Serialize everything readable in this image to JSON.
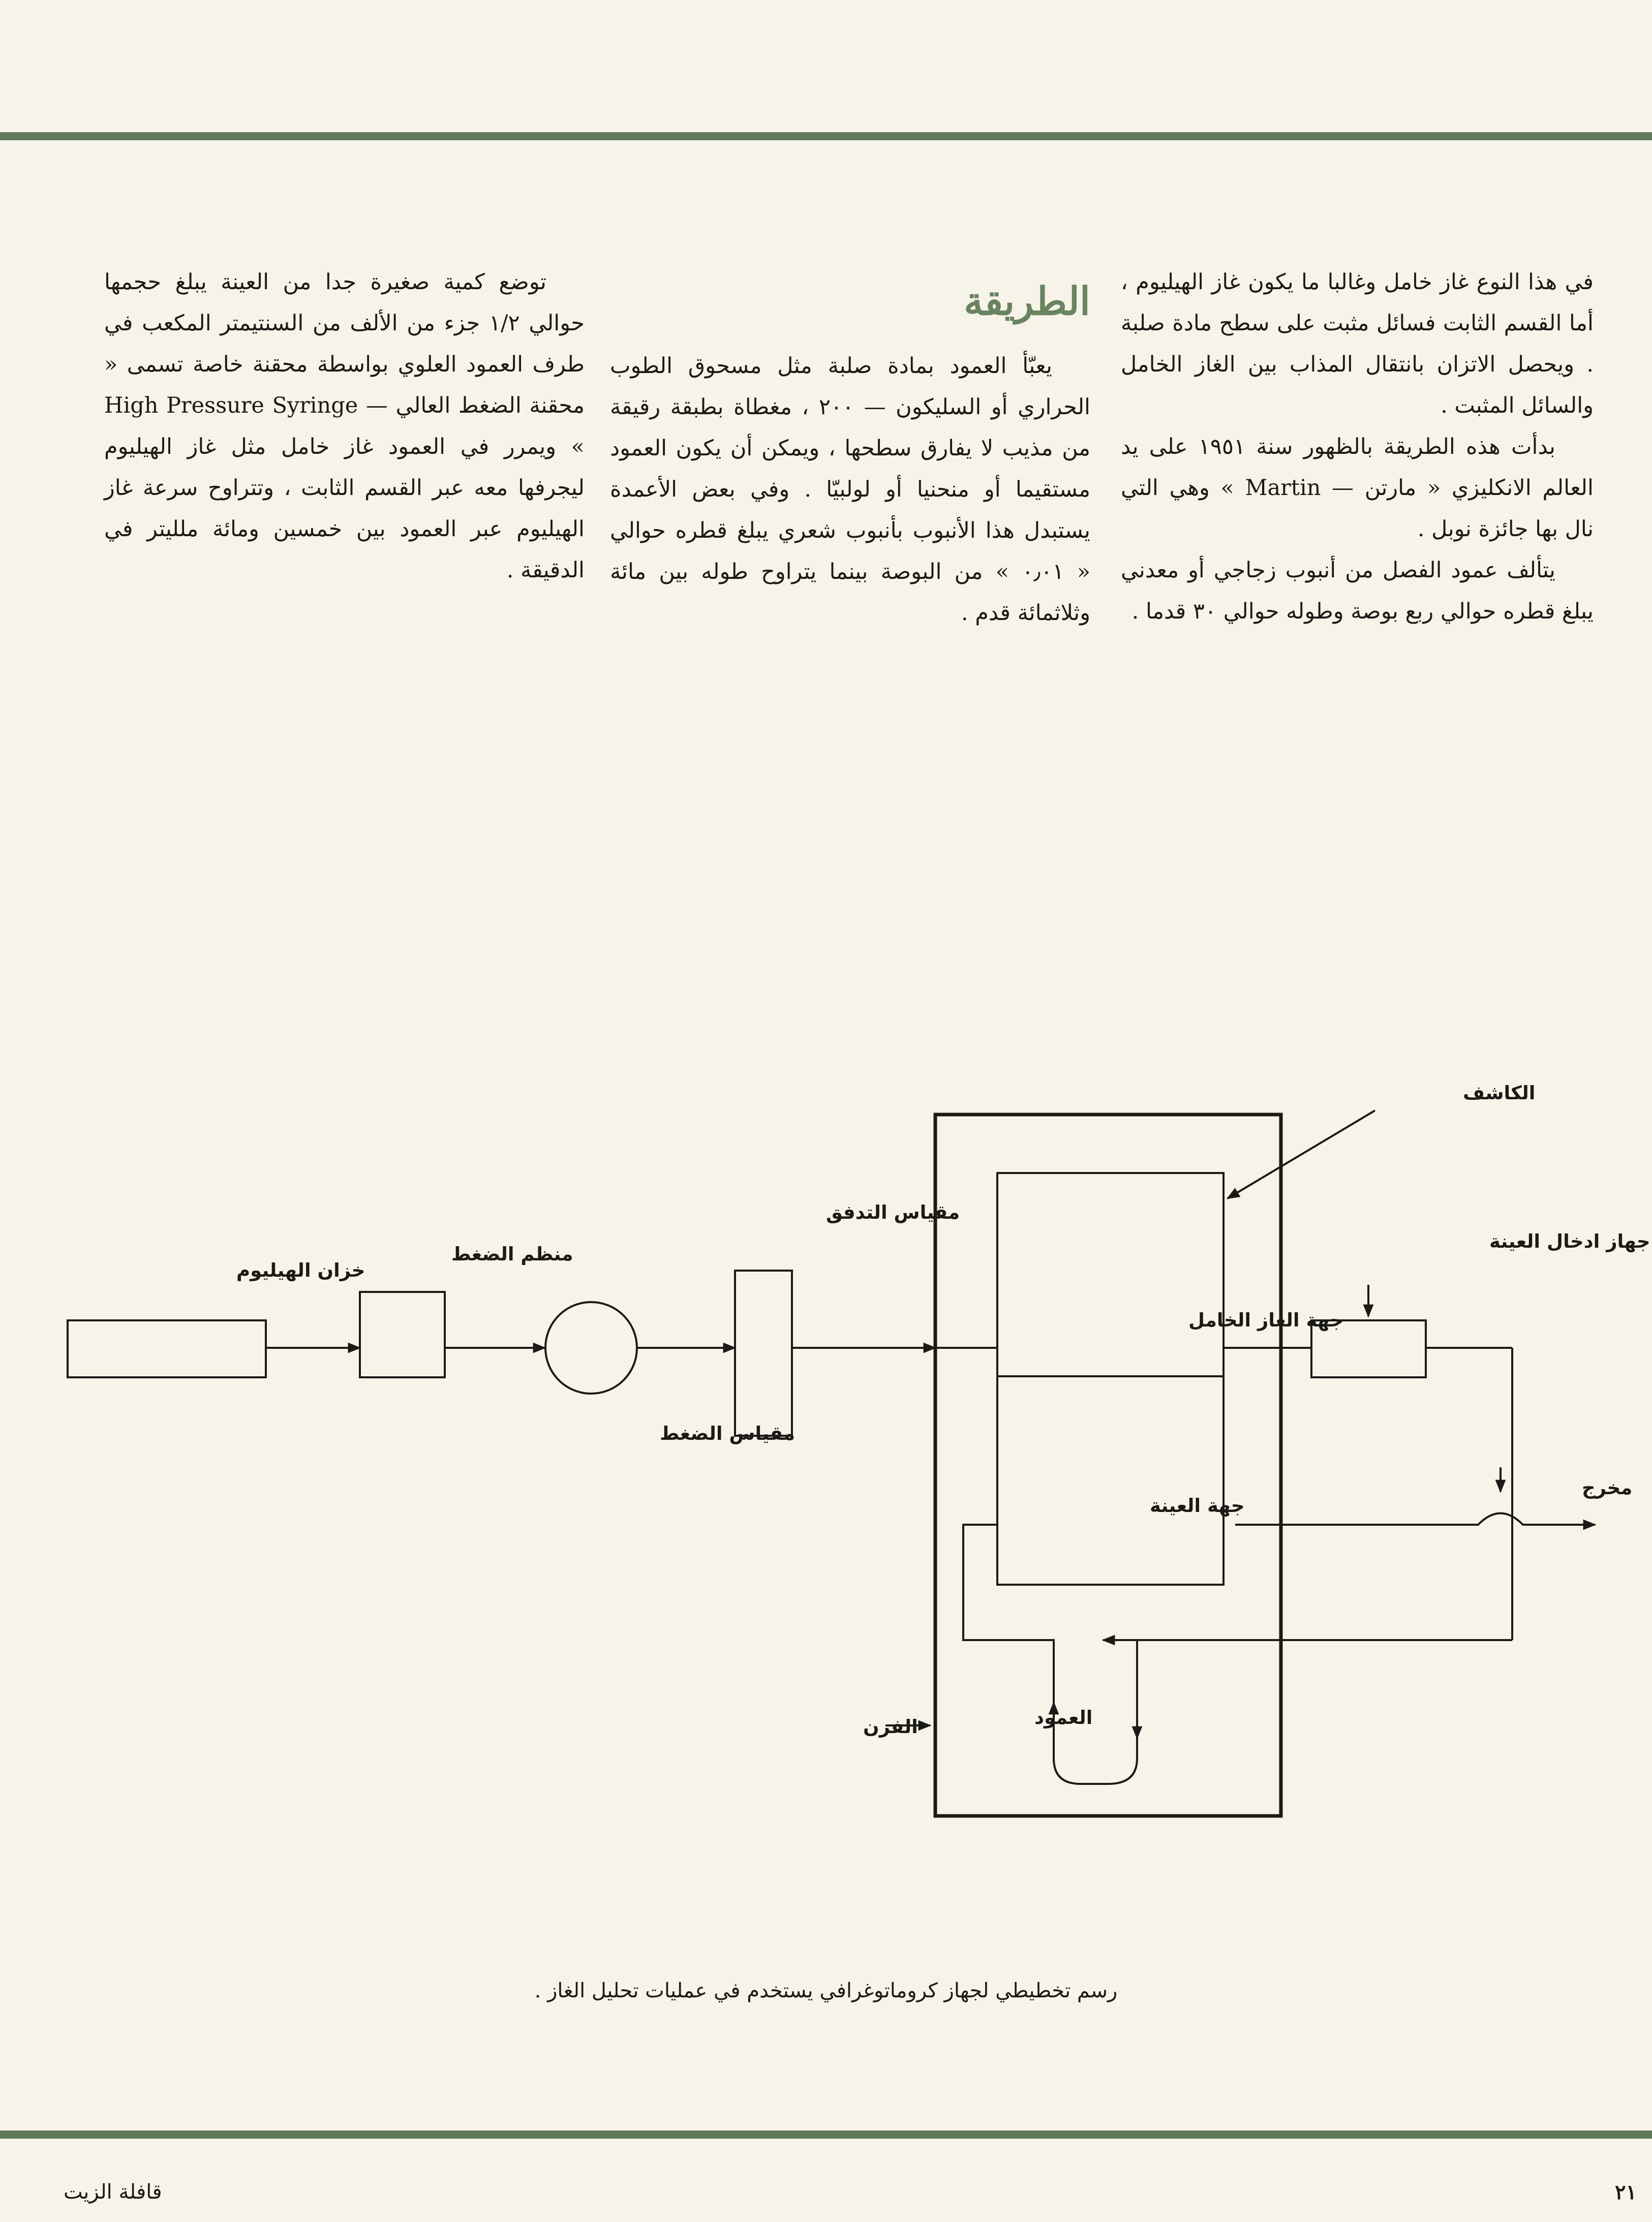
{
  "article": {
    "col_right": {
      "p1": "في هذا النوع غاز خامل وغالبا ما يكون غاز الهيليوم ، أما القسم الثابت فسائل مثبت على سطح مادة صلبة . ويحصل الاتزان بانتقال المذاب بين الغاز الخامل والسائل المثبت .",
      "p2": "بدأت هذه الطريقة بالظهور سنة ١٩٥١ على يد العالم الانكليزي « مارتن — Martin » وهي التي نال بها جائزة نوبل .",
      "p3": "يتألف عمود الفصل من أنبوب زجاجي أو معدني يبلغ قطره حوالي ربع بوصة وطوله حوالي ٣٠ قدما ."
    },
    "col_middle": {
      "heading": "الطريقة",
      "p1": "يعبّأ العمود بمادة صلبة مثل مسحوق الطوب الحراري أو السليكون — ٢٠٠ ، مغطاة بطبقة رقيقة من مذيب لا يفارق سطحها ، ويمكن أن يكون العمود مستقيما أو منحنيا أو لولبيّا . وفي بعض الأعمدة يستبدل هذا الأنبوب بأنبوب شعري يبلغ قطره حوالي « ٠٫٠١ » من البوصة بينما يتراوح طوله بين مائة وثلاثمائة قدم ."
    },
    "col_left": {
      "p1": "توضع كمية صغيرة جدا من العينة يبلغ حجمها حوالي ١/٢ جزء من الألف من السنتيمتر المكعب في طرف العمود العلوي بواسطة محقنة خاصة تسمى « محقنة الضغط العالي — High Pressure Syringe » ويمرر في العمود غاز خامل مثل غاز الهيليوم ليجرفها معه عبر القسم الثابت ، وتتراوح سرعة غاز الهيليوم عبر العمود بين خمسين ومائة ملليتر في الدقيقة ."
    }
  },
  "diagram": {
    "helium_tank": "خزان الهيليوم",
    "pressure_regulator": "منظم الضغط",
    "pressure_gauge": "مقياس الضغط",
    "flow_meter": "مقياس التدفق",
    "detector": "الكاشف",
    "carrier_side": "جهة الغاز الخامل",
    "sample_side": "جهة العينة",
    "sample_injector": "جهاز ادخال العينة",
    "outlet": "مخرج",
    "oven": "الفرن",
    "column": "العمود"
  },
  "caption": "رسم تخطيطي لجهاز كروماتوغرافي يستخدم في عمليات تحليل الغاز .",
  "footer": {
    "page_number": "٢١",
    "magazine": "قافلة الزيت"
  },
  "colors": {
    "rule": "#61795a",
    "heading": "#6a8360",
    "ink": "#1c1a16",
    "paper": "#f6f3e8"
  }
}
